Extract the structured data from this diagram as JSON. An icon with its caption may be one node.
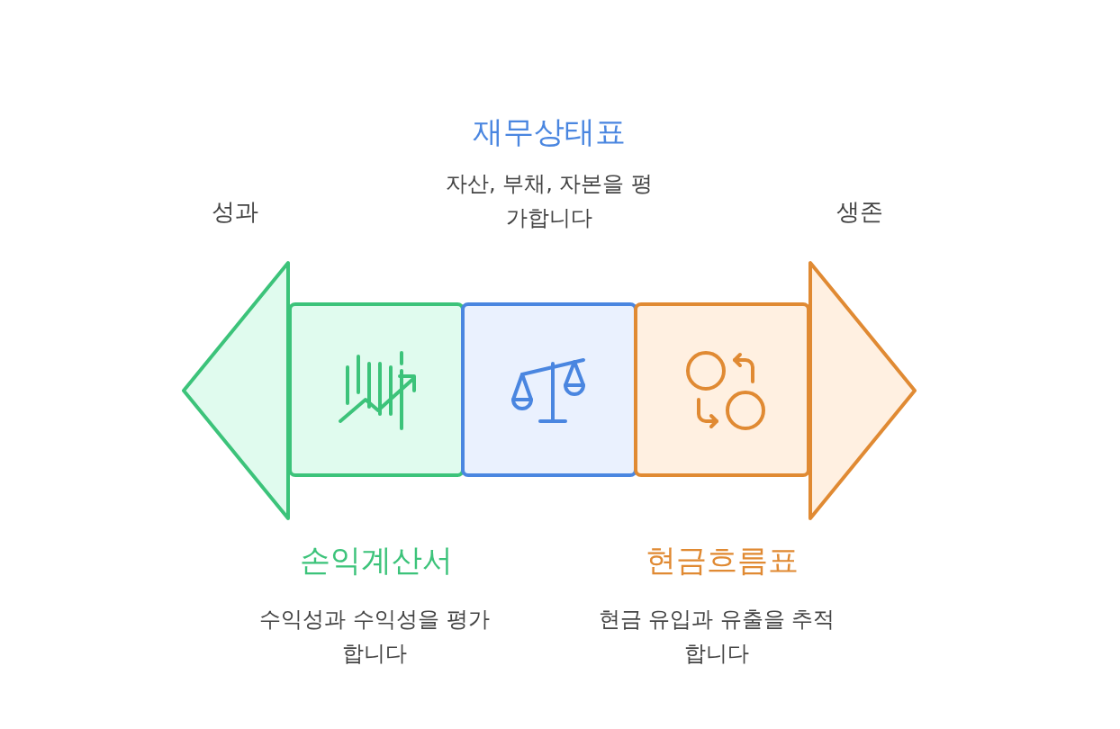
{
  "diagram": {
    "nodes": [
      {
        "text": [],
        "shape": "arrow",
        "beside": [
          "성과"
        ]
      },
      {
        "text": [
          "손익계산서"
        ]
      },
      {
        "text": [
          "재무상태표",
          "자산, 부채, 자본을 평가합니다"
        ]
      },
      {
        "text": [
          "현금흐름표"
        ]
      },
      {
        "text": [],
        "shape": "arrow",
        "beside": [
          "생존"
        ]
      }
    ],
    "labels": [
      "수익성과 수익성을 평가합니다",
      "현금 유입과 유출을 추적합니다"
    ]
  }
}
